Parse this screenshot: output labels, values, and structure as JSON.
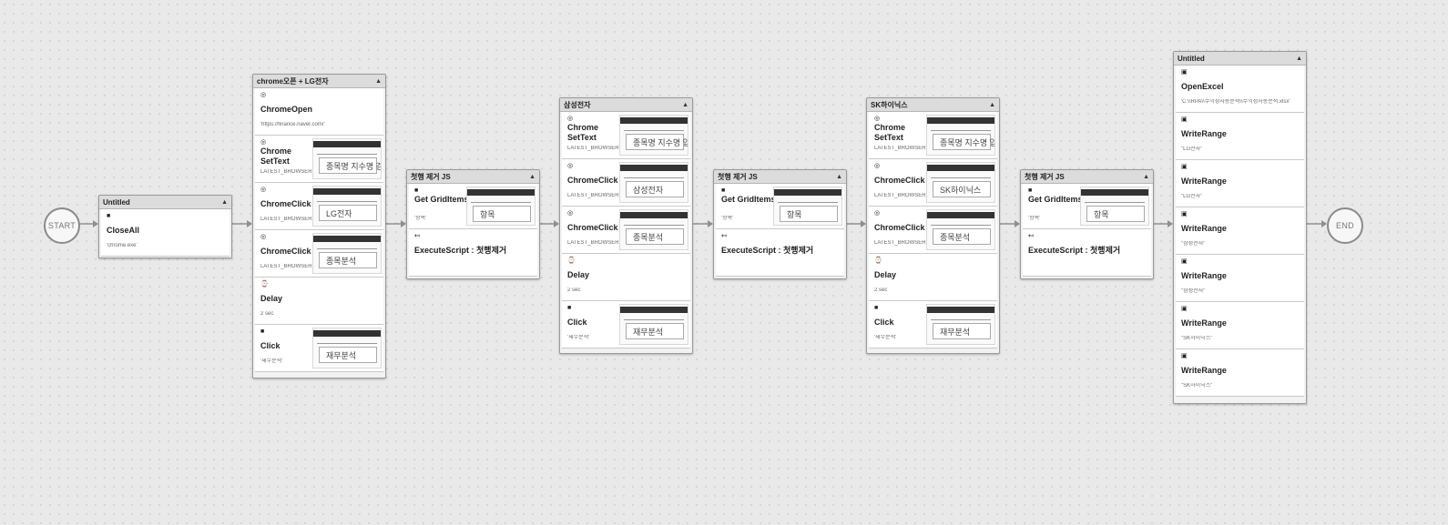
{
  "terminals": {
    "start": "START",
    "end": "END"
  },
  "groups": [
    {
      "title": "Untitled",
      "actions": [
        {
          "icon": "window-icon",
          "name": "CloseAll",
          "sub": "'chrome.exe'"
        }
      ]
    },
    {
      "title": "chrome오픈 + LG전자",
      "actions": [
        {
          "icon": "chrome-icon",
          "name": "ChromeOpen",
          "sub": "'https://finance.naver.com/'"
        },
        {
          "icon": "chrome-icon",
          "name": "Chrome SetText",
          "sub": "LATEST_BROWSER",
          "thumb": "종목명 지수명 검색"
        },
        {
          "icon": "chrome-icon",
          "name": "ChromeClick",
          "sub": "LATEST_BROWSER",
          "thumb": "LG전자"
        },
        {
          "icon": "chrome-icon",
          "name": "ChromeClick",
          "sub": "LATEST_BROWSER",
          "thumb": "종목분석"
        },
        {
          "icon": "delay-icon",
          "name": "Delay",
          "sub": "2 sec"
        },
        {
          "icon": "window-icon",
          "name": "Click",
          "sub": "'재무분석'",
          "thumb": "재무분석"
        }
      ]
    },
    {
      "title": "첫행 제거 JS",
      "actions": [
        {
          "icon": "window-icon",
          "name": "Get GridItems",
          "sub": "'항목'",
          "thumb": "항목"
        },
        {
          "icon": "script-icon",
          "name": "ExecuteScript : 첫행제거",
          "sub": ""
        }
      ]
    },
    {
      "title": "삼성전자",
      "actions": [
        {
          "icon": "chrome-icon",
          "name": "Chrome SetText",
          "sub": "LATEST_BROWSER",
          "thumb": "종목명 지수명 입"
        },
        {
          "icon": "chrome-icon",
          "name": "ChromeClick",
          "sub": "LATEST_BROWSER",
          "thumb": "삼성전자"
        },
        {
          "icon": "chrome-icon",
          "name": "ChromeClick",
          "sub": "LATEST_BROWSER",
          "thumb": "종목분석"
        },
        {
          "icon": "delay-icon",
          "name": "Delay",
          "sub": "2 sec"
        },
        {
          "icon": "window-icon",
          "name": "Click",
          "sub": "'재무분석'",
          "thumb": "재무분석"
        }
      ]
    },
    {
      "title": "첫행 제거 JS",
      "actions": [
        {
          "icon": "window-icon",
          "name": "Get GridItems",
          "sub": "'항목'",
          "thumb": "항목"
        },
        {
          "icon": "script-icon",
          "name": "ExecuteScript : 첫행제거",
          "sub": ""
        }
      ]
    },
    {
      "title": "SK하이닉스",
      "actions": [
        {
          "icon": "chrome-icon",
          "name": "Chrome SetText",
          "sub": "LATEST_BROWSER",
          "thumb": "종목명 지수명 입력"
        },
        {
          "icon": "chrome-icon",
          "name": "ChromeClick",
          "sub": "LATEST_BROWSER",
          "thumb": "SK하이닉스"
        },
        {
          "icon": "chrome-icon",
          "name": "ChromeClick",
          "sub": "LATEST_BROWSER",
          "thumb": "종목분석"
        },
        {
          "icon": "delay-icon",
          "name": "Delay",
          "sub": "2 sec"
        },
        {
          "icon": "window-icon",
          "name": "Click",
          "sub": "'재무분석'",
          "thumb": "재무분석"
        }
      ]
    },
    {
      "title": "첫행 제거 JS",
      "actions": [
        {
          "icon": "window-icon",
          "name": "Get GridItems",
          "sub": "'항목'",
          "thumb": "항목"
        },
        {
          "icon": "script-icon",
          "name": "ExecuteScript : 첫행제거",
          "sub": ""
        }
      ]
    },
    {
      "title": "Untitled",
      "actions": [
        {
          "icon": "excel-icon",
          "name": "OpenExcel",
          "sub": "'C:\\\\RPA\\\\수익성자동분석\\\\수익성자동분석.xlsx'"
        },
        {
          "icon": "excel-icon",
          "name": "WriteRange",
          "sub": "\"LG전자\""
        },
        {
          "icon": "excel-icon",
          "name": "WriteRange",
          "sub": "\"LG전자\""
        },
        {
          "icon": "excel-icon",
          "name": "WriteRange",
          "sub": "\"삼성전자\""
        },
        {
          "icon": "excel-icon",
          "name": "WriteRange",
          "sub": "\"삼성전자\""
        },
        {
          "icon": "excel-icon",
          "name": "WriteRange",
          "sub": "\"SK하이닉스\""
        },
        {
          "icon": "excel-icon",
          "name": "WriteRange",
          "sub": "\"SK하이닉스\""
        }
      ]
    }
  ]
}
